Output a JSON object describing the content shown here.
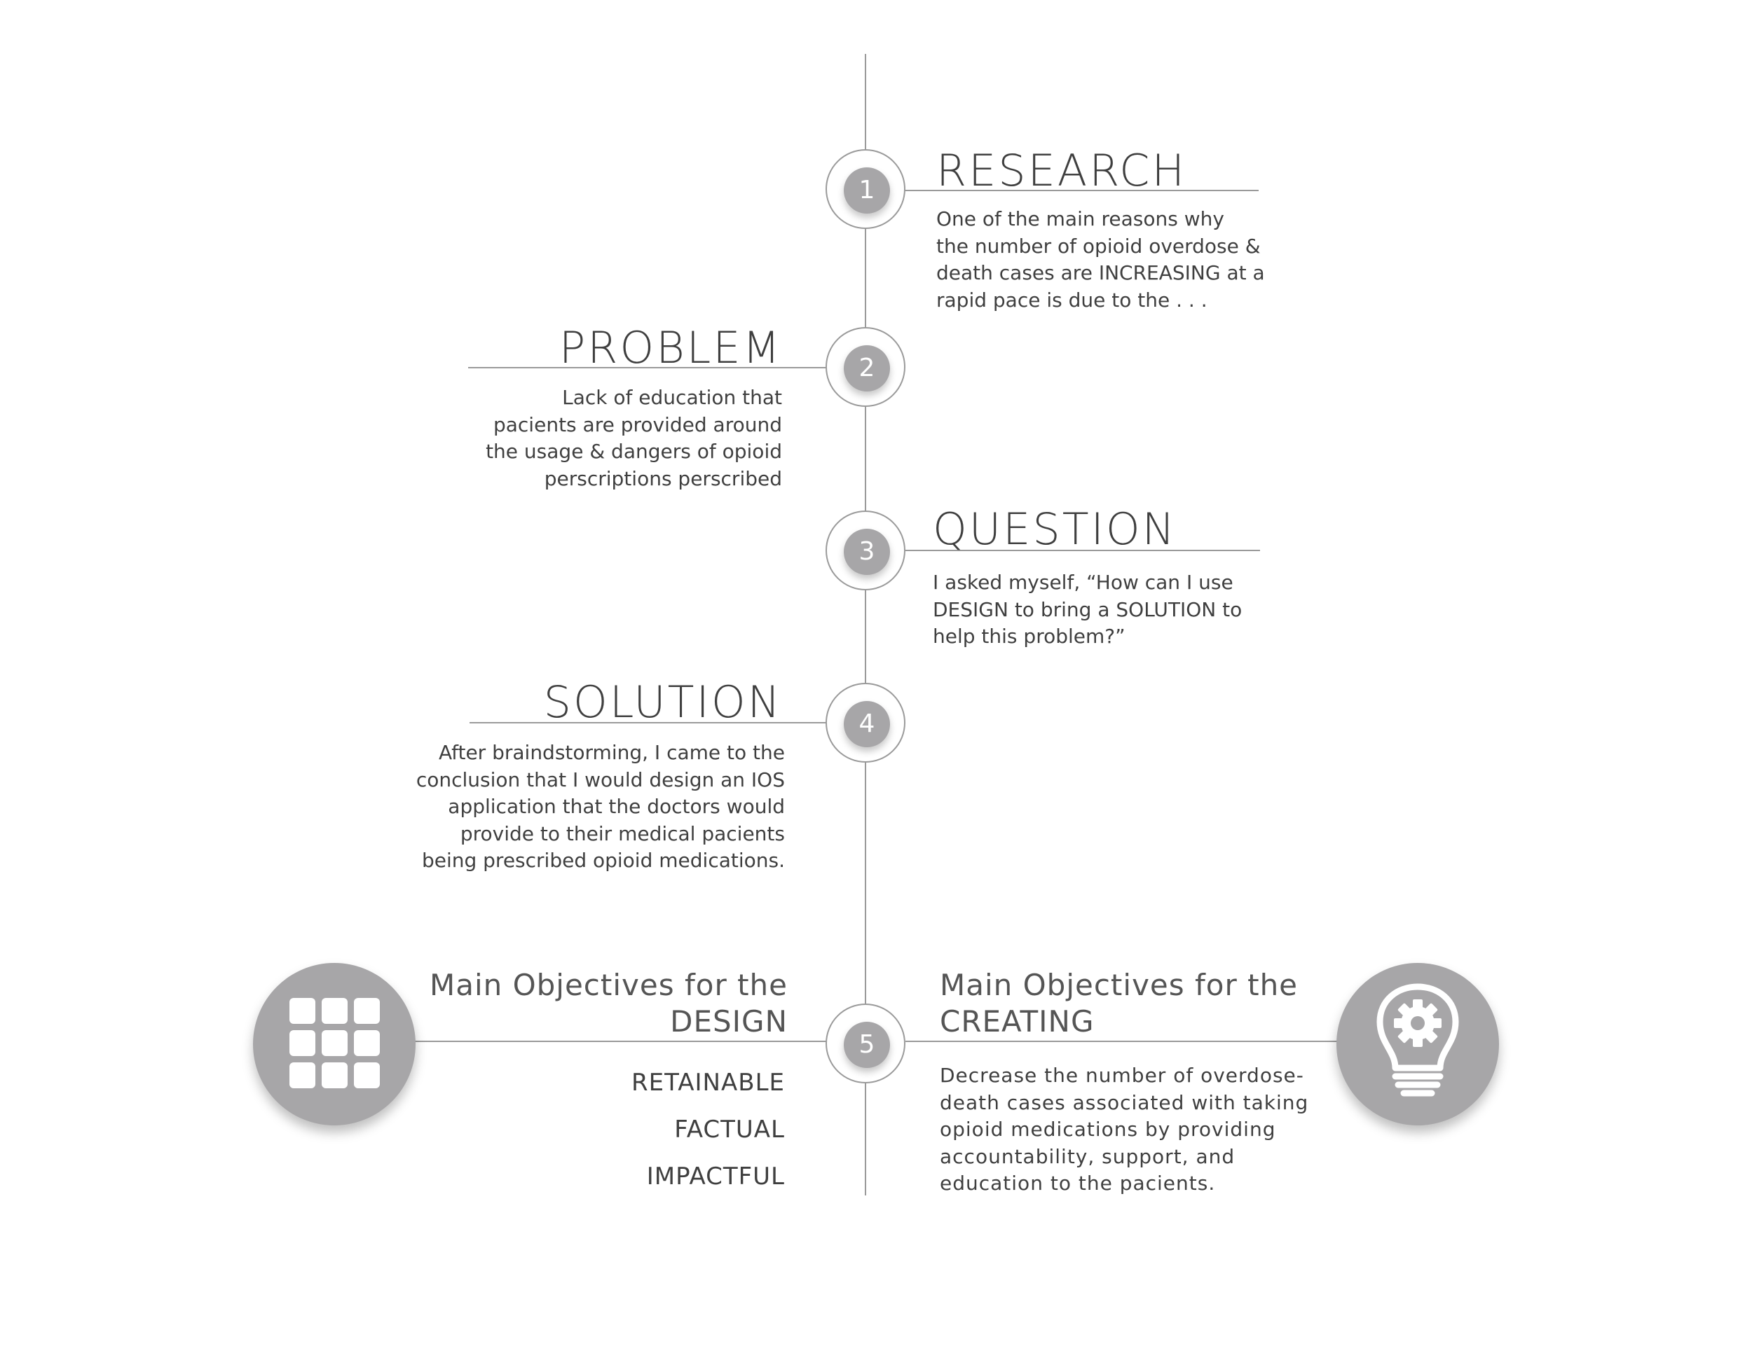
{
  "steps": [
    {
      "number": "1",
      "title": "RESEARCH",
      "text": "One of the main reasons why\nthe number of opioid overdose &\ndeath cases are INCREASING at a\nrapid pace is due to the . . ."
    },
    {
      "number": "2",
      "title": "PROBLEM",
      "text": "Lack of education that\npacients are provided around\nthe usage & dangers of opioid\nperscriptions perscribed"
    },
    {
      "number": "3",
      "title": "QUESTION",
      "text": "I asked myself, “How can I use\nDESIGN to bring a SOLUTION to\nhelp this problem?”"
    },
    {
      "number": "4",
      "title": "SOLUTION",
      "text": "After braindstorming, I came to the\nconclusion that I would design an IOS\napplication that the doctors would\nprovide to their medical pacients\nbeing prescribed opioid medications."
    },
    {
      "number": "5"
    }
  ],
  "design_objectives": {
    "title": "Main Objectives for the\nDESIGN",
    "items": [
      "RETAINABLE",
      "FACTUAL",
      "IMPACTFUL"
    ],
    "icon": "grid-icon"
  },
  "creating_objectives": {
    "title": "Main Objectives for the\nCREATING",
    "text": "Decrease the number of overdose-\ndeath cases associated with taking\nopioid medications by providing\naccountability, support, and\neducation to the pacients.",
    "icon": "lightbulb-gear-icon"
  },
  "colors": {
    "line": "#9a9a9a",
    "node_fill": "#a7a6a8",
    "text": "#3f3f3f"
  }
}
